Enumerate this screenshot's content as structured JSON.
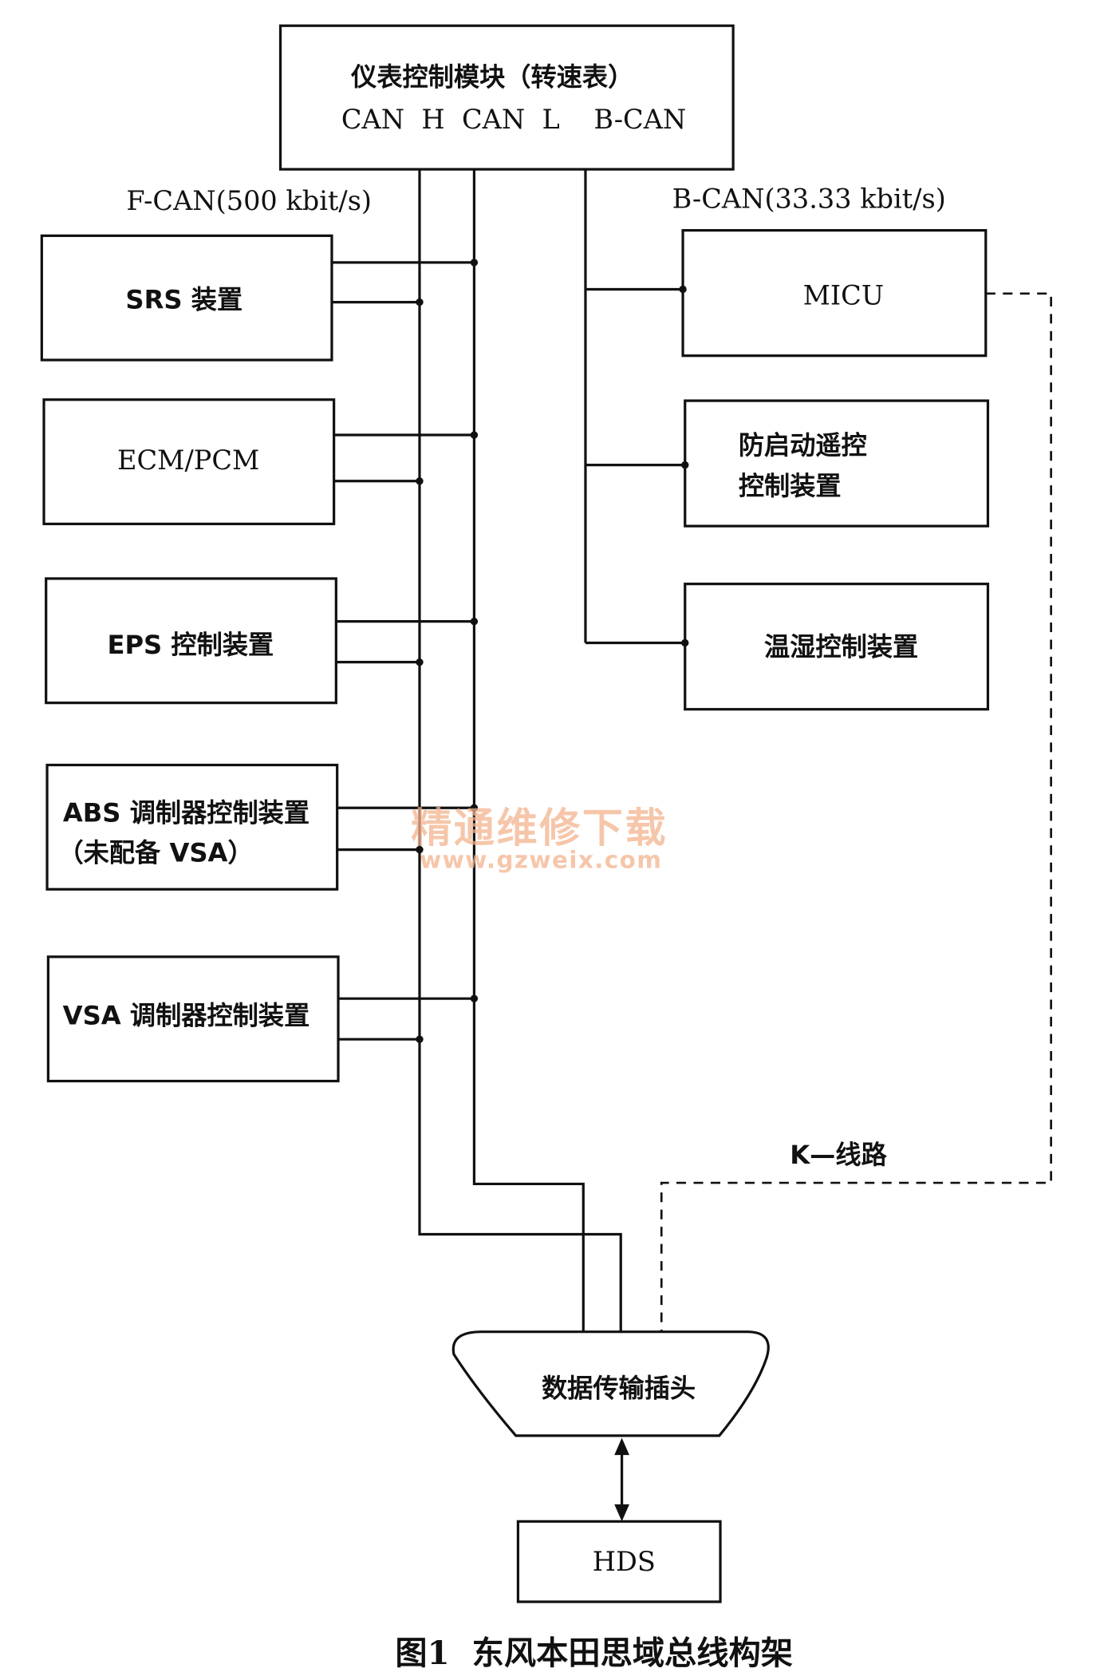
{
  "top_module": {
    "title": "仪表控制模块（转速表）",
    "ports": "CAN  H  CAN  L    B-CAN"
  },
  "bus_labels": {
    "f_can": "F-CAN(500 kbit/s)",
    "b_can": "B-CAN(33.33 kbit/s)",
    "k_line": "K—线路"
  },
  "f_can_nodes": {
    "srs": "SRS 装置",
    "ecm": "ECM/PCM",
    "eps": "EPS 控制装置",
    "abs_line1": "ABS 调制器控制装置",
    "abs_line2": "（未配备 VSA）",
    "vsa": "VSA 调制器控制装置"
  },
  "b_can_nodes": {
    "micu": "MICU",
    "immobilizer_line1": "防启动遥控",
    "immobilizer_line2": "控制装置",
    "climate": "温湿控制装置"
  },
  "connector": {
    "label": "数据传输插头"
  },
  "hds": {
    "label": "HDS"
  },
  "caption": "图1  东风本田思域总线构架",
  "watermark": {
    "cn": "精通维修下载",
    "url": "www.gzweix.com"
  }
}
